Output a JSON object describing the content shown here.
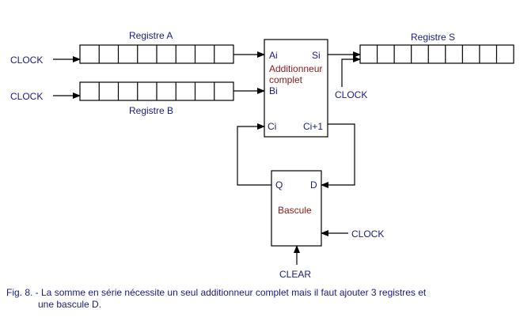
{
  "labels": {
    "registre_a": "Registre  A",
    "registre_b": "Registre  B",
    "registre_s": "Registre  S",
    "clock_a": "CLOCK",
    "clock_b": "CLOCK",
    "clock_s": "CLOCK",
    "clock_bascule": "CLOCK",
    "clear": "CLEAR"
  },
  "adder": {
    "ai": "Ai",
    "si": "Si",
    "bi": "Bi",
    "ci": "Ci",
    "ci1": "Ci+1",
    "title_line1": "Additionneur",
    "title_line2": "complet"
  },
  "bascule": {
    "q": "Q",
    "d": "D",
    "title": "Bascule"
  },
  "registers": {
    "a_cells": 8,
    "b_cells": 8,
    "s_cells": 9
  },
  "caption": {
    "line1": "Fig. 8. - La somme en série nécessite un seul additionneur complet mais il faut ajouter 3 registres et",
    "line2": "une bascule D."
  },
  "colors": {
    "text": "#1a1a80",
    "accent": "#8b1a1a",
    "lines": "#000000"
  }
}
